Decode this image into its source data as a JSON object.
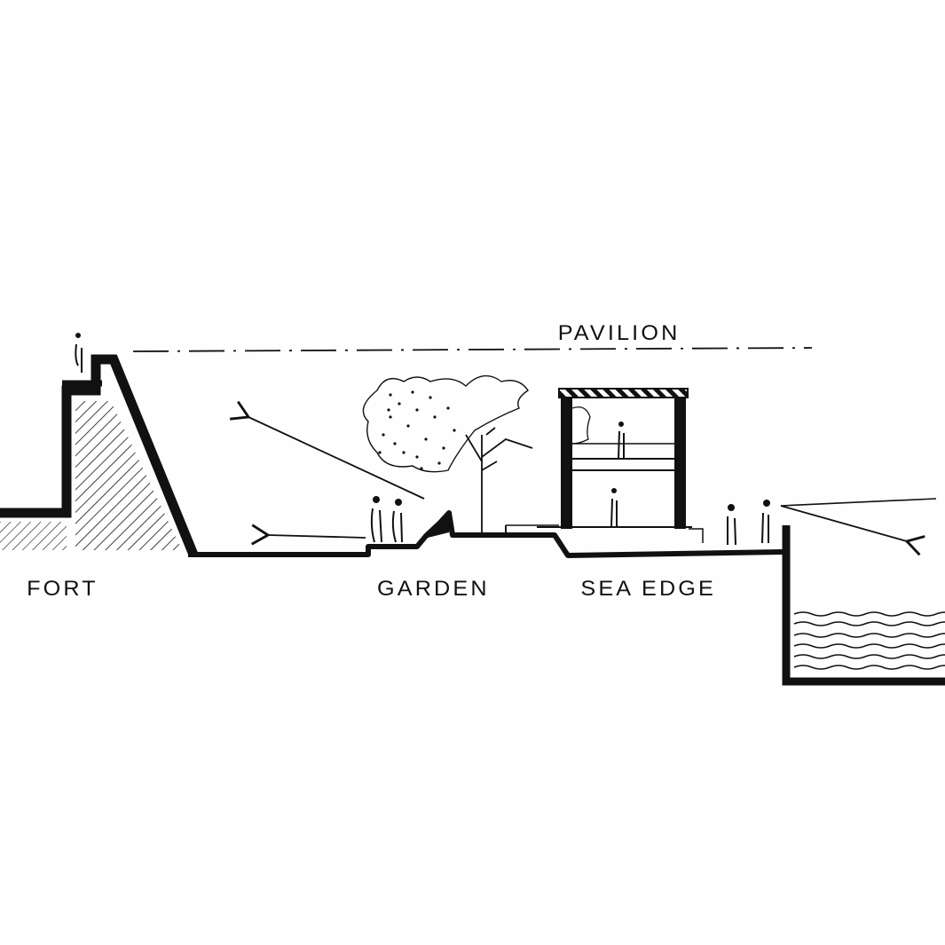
{
  "labels": {
    "pavilion": "PAVILION",
    "fort": "FORT",
    "garden": "GARDEN",
    "sea_edge": "SEA EDGE"
  },
  "colors": {
    "ink": "#111111",
    "paper": "#fefefe"
  }
}
